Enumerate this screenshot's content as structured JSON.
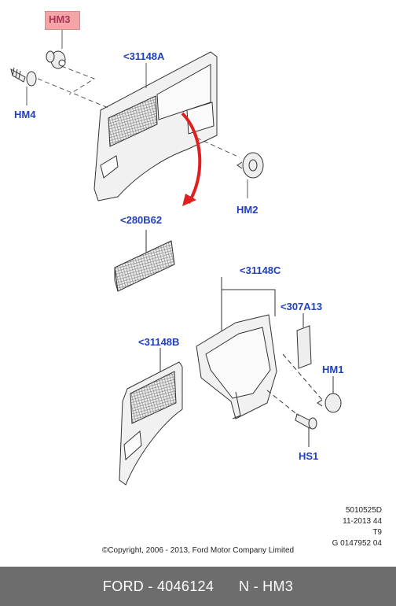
{
  "callouts": {
    "hm3": "HM3",
    "p31148a": "<31148A",
    "hm4": "HM4",
    "hm2": "HM2",
    "p280b62": "<280B62",
    "p31148c": "<31148C",
    "p307a13": "<307A13",
    "p31148b": "<31148B",
    "hm1": "HM1",
    "hs1": "HS1"
  },
  "meta": {
    "line1": "5010525D",
    "line2": "11-2013 44",
    "line3": "T9",
    "line4": "G 0147952 04"
  },
  "copyright": "©Copyright, 2006 - 2013, Ford Motor Company Limited",
  "footer": {
    "text": "FORD - 4046124      N - HM3"
  },
  "colors": {
    "callout_blue": "#1f3fbf",
    "arrow_red": "#e02020",
    "highlight_pink": "#f2a6a6",
    "footer_gray": "#6d6d6d"
  }
}
